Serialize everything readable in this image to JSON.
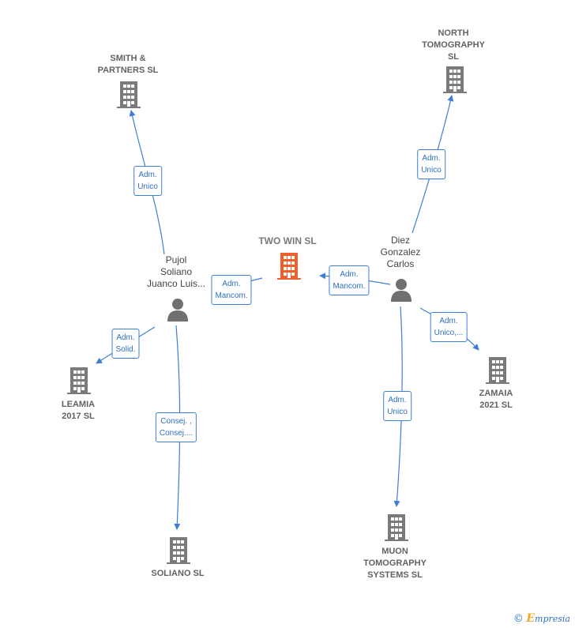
{
  "nodes": {
    "two_win": {
      "label": "TWO WIN  SL",
      "kind": "company",
      "focus": true
    },
    "smith": {
      "label": "SMITH &\nPARTNERS SL",
      "kind": "company"
    },
    "north": {
      "label": "NORTH\nTOMOGRAPHY\nSL",
      "kind": "company"
    },
    "pujol": {
      "label": "Pujol\nSoliano\nJuanco Luis...",
      "kind": "person"
    },
    "diez": {
      "label": "Diez\nGonzalez\nCarlos",
      "kind": "person"
    },
    "leamia": {
      "label": "LEAMIA\n2017  SL",
      "kind": "company"
    },
    "zamaia": {
      "label": "ZAMAIA\n2021  SL",
      "kind": "company"
    },
    "soliano": {
      "label": "SOLIANO SL",
      "kind": "company"
    },
    "muon": {
      "label": "MUON\nTOMOGRAPHY\nSYSTEMS  SL",
      "kind": "company"
    }
  },
  "edges": {
    "pujol_smith": "Adm.\nUnico",
    "diez_north": "Adm.\nUnico",
    "pujol_twowin": "Adm.\nMancom.",
    "diez_twowin": "Adm.\nMancom.",
    "pujol_leamia": "Adm.\nSolid.",
    "diez_zamaia": "Adm.\nUnico,...",
    "pujol_soliano": "Consej. ,\nConsej....",
    "diez_muon": "Adm.\nUnico"
  },
  "colors": {
    "edge": "#3d7fd4",
    "company_icon": "#7a7a7a",
    "focus_icon": "#f0602c",
    "person_icon": "#707070"
  },
  "brand": {
    "copyright": "©",
    "initial": "E",
    "name": "mpresia"
  }
}
